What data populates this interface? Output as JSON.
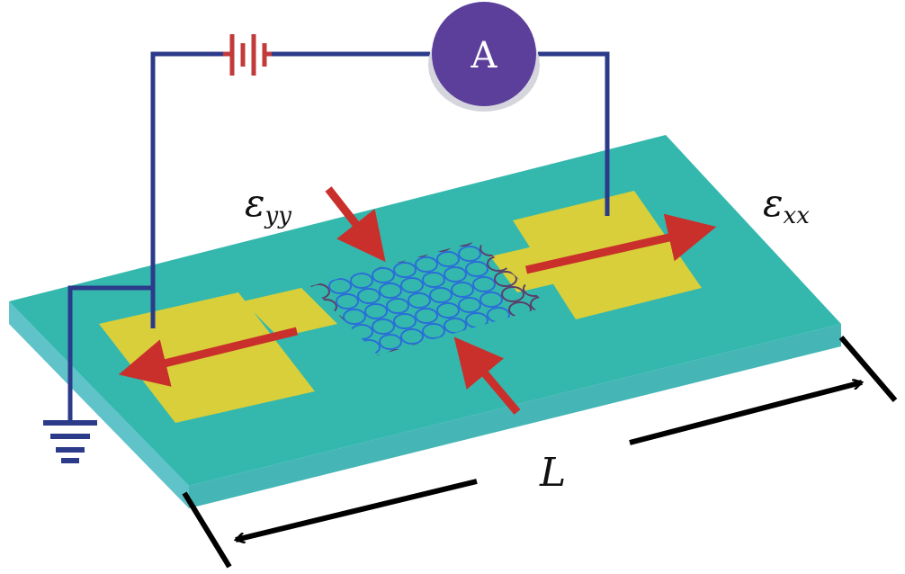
{
  "labels": {
    "ammeter": "A",
    "strain_yy_symbol": "ε",
    "strain_yy_subscript": "yy",
    "strain_xx_symbol": "ε",
    "strain_xx_subscript": "xx",
    "length": "L"
  },
  "colors": {
    "substrate_top": "#34b8ad",
    "substrate_front": "#5fc3c9",
    "substrate_side": "#45b5b6",
    "electrode": "#d9cf3a",
    "wire": "#2c3a8a",
    "battery": "#c23a3a",
    "ammeter_fill": "#5b3f9a",
    "strain_arrow": "#c9302c",
    "graphene_blue": "#2a6fd6",
    "graphene_dark": "#5a3f6a",
    "dimension_arrow": "#000000"
  },
  "icons": [
    "battery-icon",
    "ammeter-icon",
    "ground-icon"
  ]
}
